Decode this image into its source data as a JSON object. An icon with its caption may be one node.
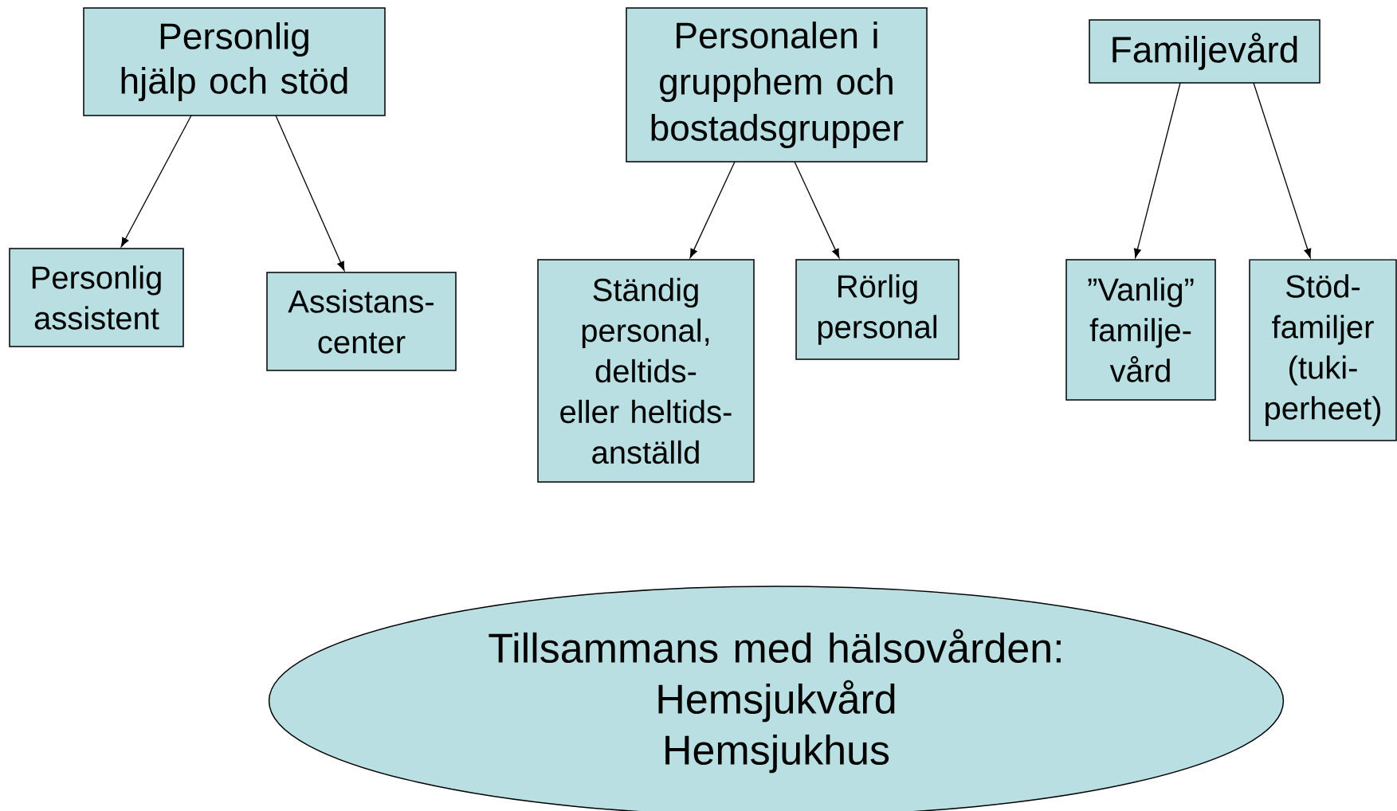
{
  "diagram": {
    "nodes": [
      {
        "text": [
          "Personlig hjälp och stöd"
        ]
      },
      {
        "text": [
          "Personalen i grupphem och bostadsgrupper"
        ]
      },
      {
        "text": [
          "Familjevård"
        ]
      },
      {
        "text": [
          "Personlig assistent"
        ]
      },
      {
        "text": [
          "Assistans- center"
        ]
      },
      {
        "text": [
          "Ständig personal, deltids- eller heltids- anställd"
        ]
      },
      {
        "text": [
          "Rörlig personal"
        ]
      },
      {
        "text": [
          "”Vanlig” familje- vård"
        ]
      },
      {
        "text": [
          "Stöd- familjer (tuki- perheet)"
        ]
      },
      {
        "text": [
          "Tillsammans med hälsovården:",
          "Hemsjukvård",
          "Hemsjukhus"
        ]
      }
    ],
    "edges": [
      {
        "from": 0,
        "to": 3,
        "arrow": "to"
      },
      {
        "from": 0,
        "to": 4,
        "arrow": "to"
      },
      {
        "from": 1,
        "to": 5,
        "arrow": "to"
      },
      {
        "from": 1,
        "to": 6,
        "arrow": "to"
      },
      {
        "from": 2,
        "to": 7,
        "arrow": "to"
      },
      {
        "from": 2,
        "to": 8,
        "arrow": "to"
      }
    ]
  }
}
